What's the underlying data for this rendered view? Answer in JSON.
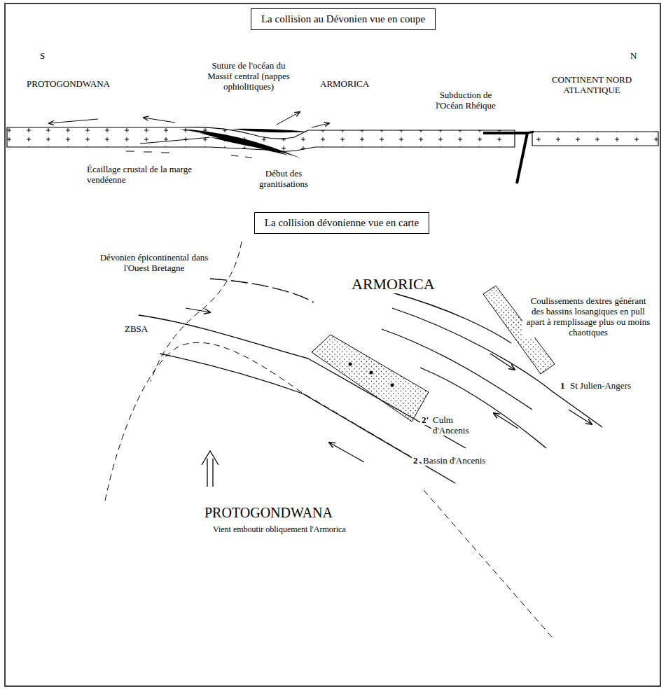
{
  "diagram": {
    "nodes": [
      {
        "text": [
          "La collision au Dévonien vue en coupe"
        ]
      },
      {
        "text": [
          "La collision dévonienne vue en carte"
        ]
      }
    ],
    "labels": [
      "S",
      "N",
      "PROTOGONDWANA",
      "Suture de l'océan du Massif central (nappes ophiolitiques)",
      "ARMORICA",
      "Subduction de l'Océan Rhéique",
      "CONTINENT NORD ATLANTIQUE",
      "Écaillage crustal de la marge vendéenne",
      "Début des granitisations",
      "Dévonien épicontinental dans l'Ouest Bretagne",
      "ARMORICA",
      "Coulissements dextres générant des bassins losangiques en pull apart à remplissage plus ou moins chaotiques",
      "ZBSA",
      "1",
      "St Julien-Angers",
      "2'",
      "Culm d'Ancenis",
      "2",
      "Bassin d'Ancenis",
      "PROTOGONDWANA",
      "Vient emboutir obliquement l'Armorica"
    ]
  }
}
